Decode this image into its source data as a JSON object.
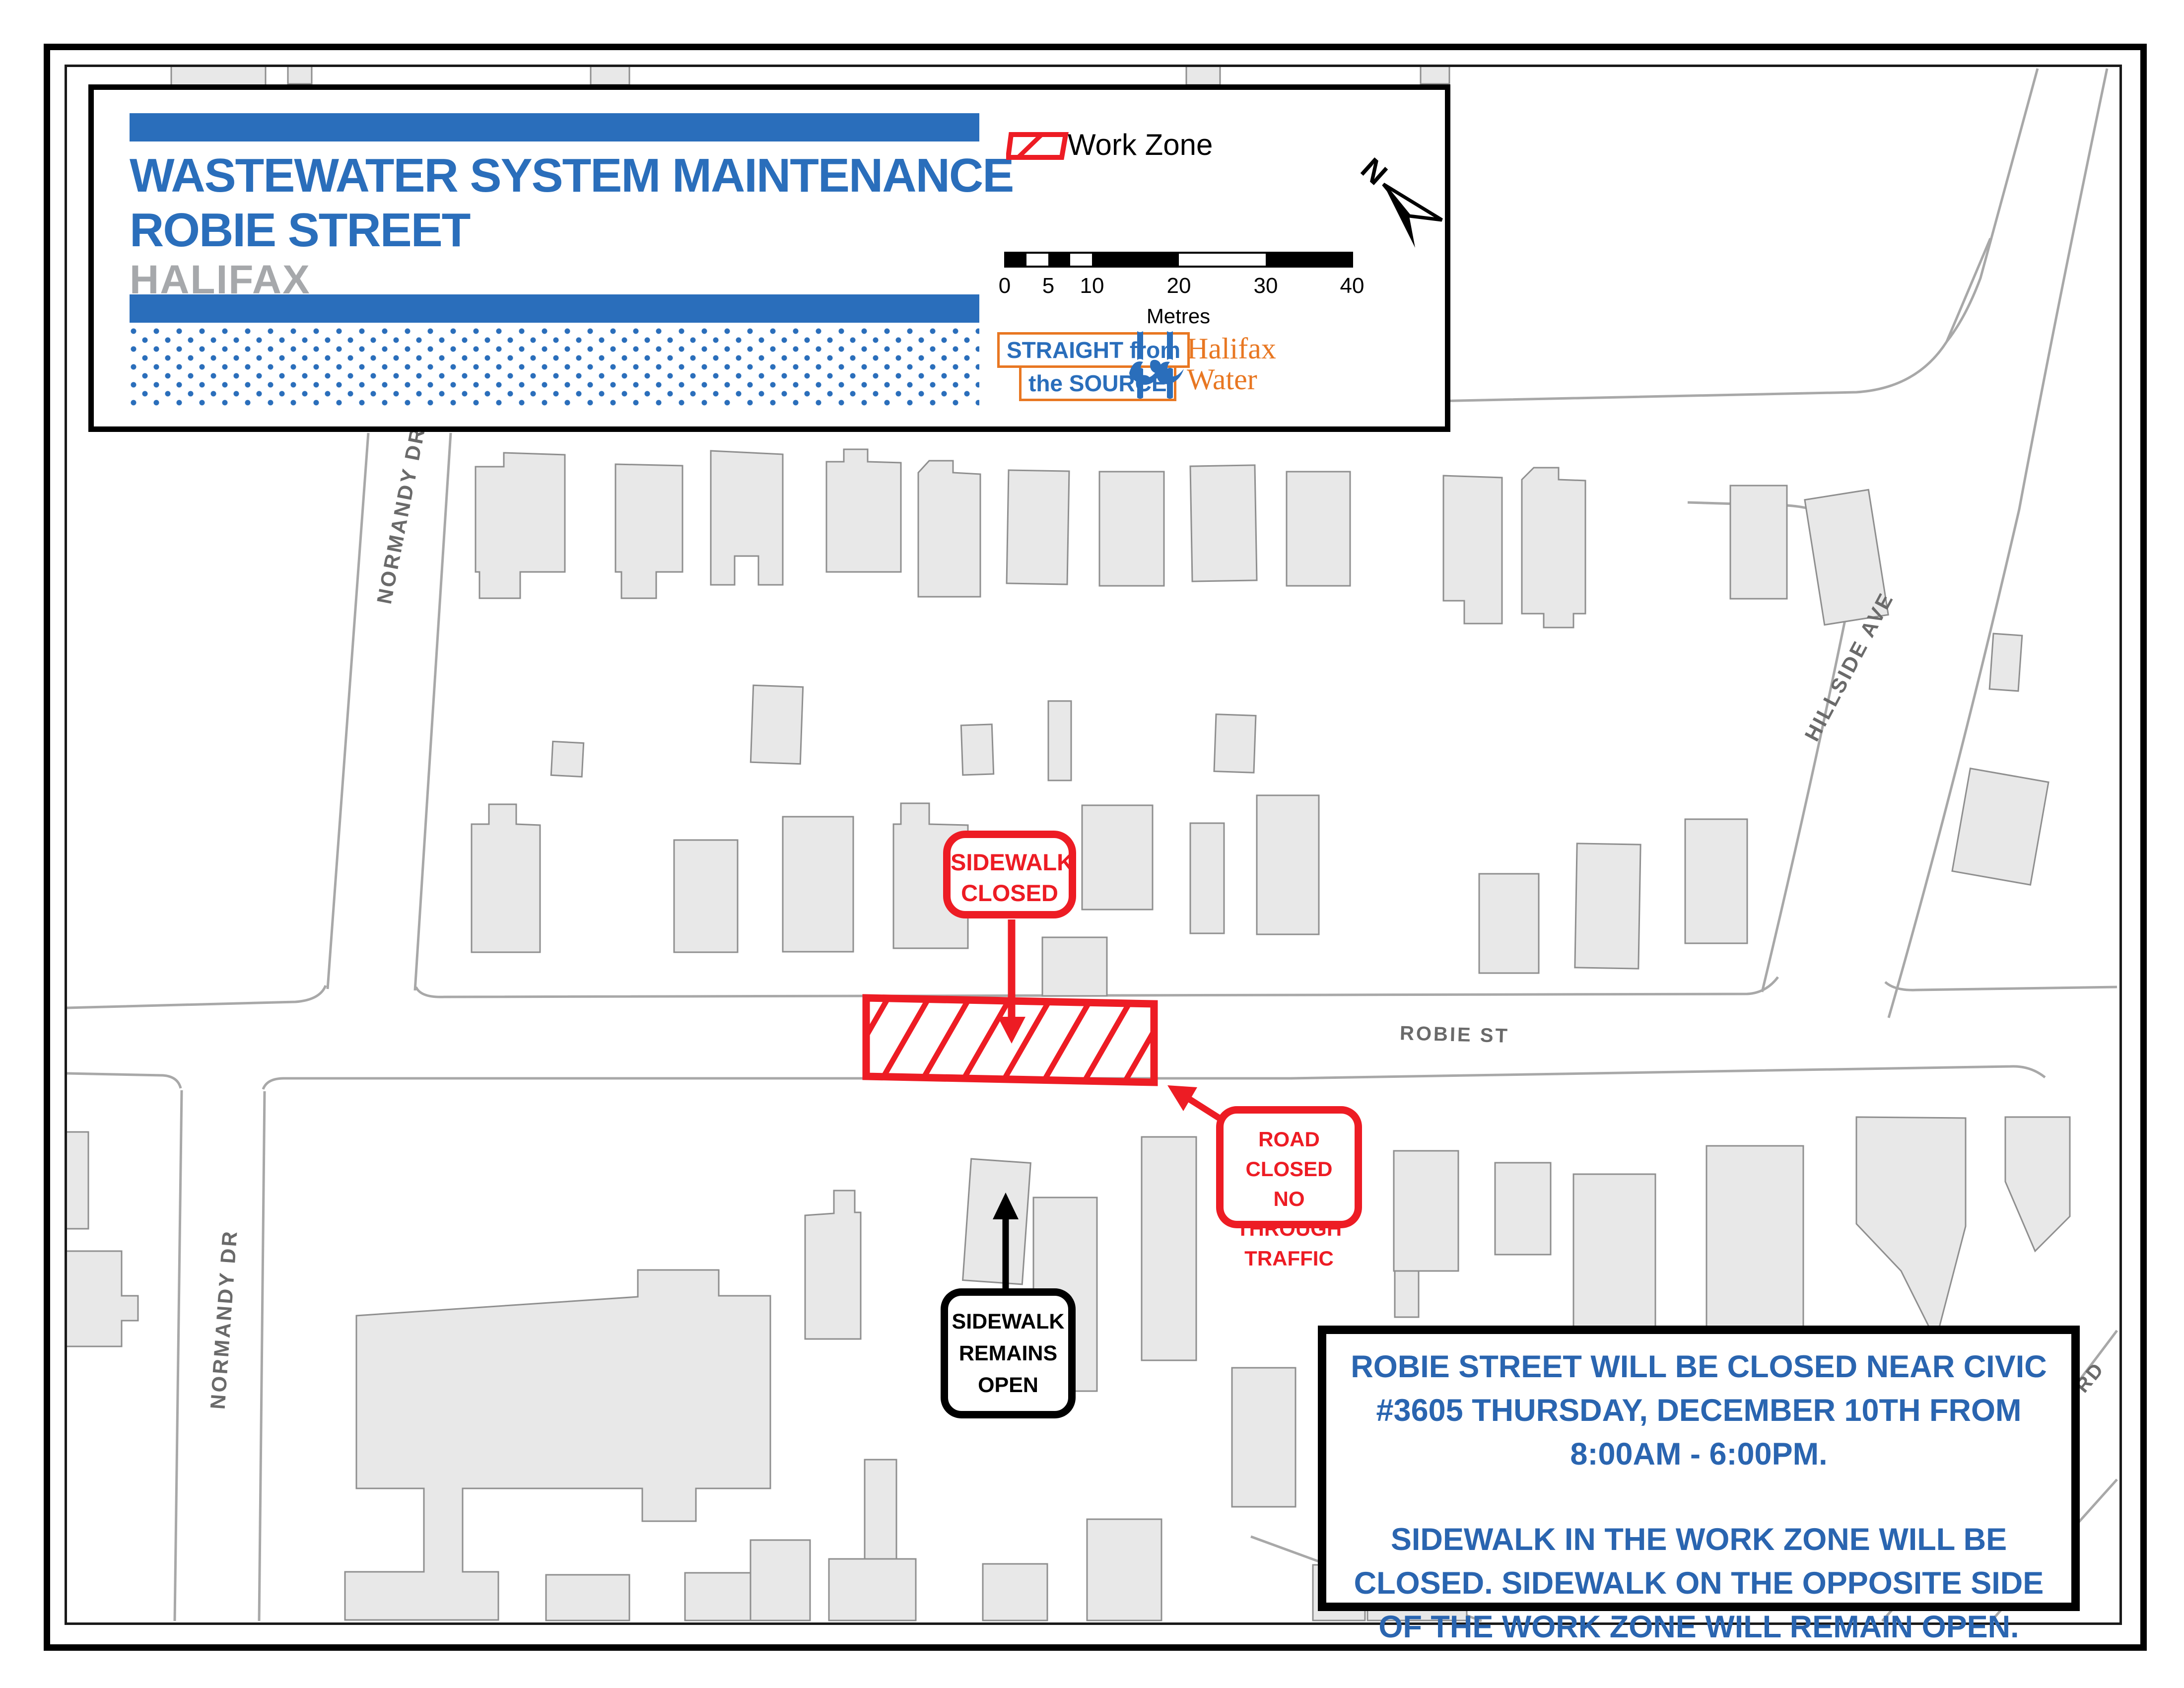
{
  "title_block": {
    "title_line1": "WASTEWATER SYSTEM MAINTENANCE",
    "title_line2": "ROBIE STREET",
    "subtitle": "HALIFAX"
  },
  "legend": {
    "work_zone_label": "Work Zone"
  },
  "north_arrow": {
    "label": "N"
  },
  "scale_bar": {
    "ticks": [
      "0",
      "5",
      "10",
      "20",
      "30",
      "40"
    ],
    "unit_label": "Metres"
  },
  "logos": {
    "straight_from_source_line1": "STRAIGHT from",
    "straight_from_source_line2": "the SOURCE",
    "halifax_water_line1": "Halifax",
    "halifax_water_line2": "Water"
  },
  "streets": {
    "normandy_top": "NORMANDY DR",
    "normandy_bottom": "NORMANDY DR",
    "robie": "ROBIE ST",
    "hillside": "HILLSIDE AVE",
    "rd_partial": "RD"
  },
  "callouts": {
    "sidewalk_closed": [
      "SIDEWALK",
      "CLOSED"
    ],
    "road_closed": [
      "ROAD CLOSED",
      "NO THROUGH",
      "TRAFFIC"
    ],
    "sidewalk_open": [
      "SIDEWALK",
      "REMAINS",
      "OPEN"
    ]
  },
  "advisory": {
    "para1": "ROBIE STREET WILL BE CLOSED NEAR CIVIC #3605 THURSDAY, DECEMBER 10TH FROM 8:00AM - 6:00PM.",
    "para2": "SIDEWALK IN THE WORK ZONE WILL BE CLOSED. SIDEWALK ON THE OPPOSITE SIDE OF THE WORK ZONE WILL REMAIN OPEN."
  },
  "colors": {
    "brand_blue": "#2a6ebb",
    "accent_red": "#ed1c24",
    "halifax_gray": "#a6a8ab",
    "logo_orange": "#e87722",
    "street_gray": "#a8a8a8",
    "building_fill": "#e8e8e8"
  }
}
